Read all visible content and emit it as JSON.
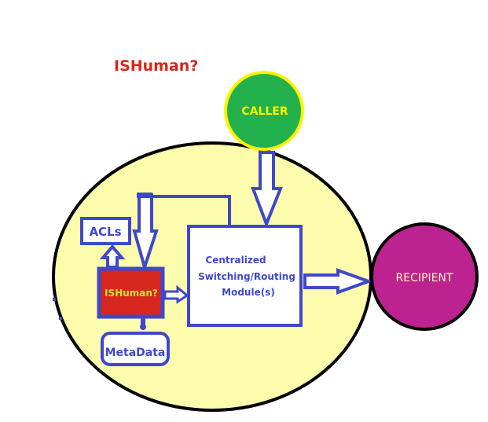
{
  "title": {
    "text": "ISHuman?",
    "color": "#d7261e"
  },
  "nodes": {
    "caller": {
      "label": "CALLER",
      "fill": "#22b14c",
      "stroke": "#fff200",
      "text_color": "#fff200"
    },
    "recipient": {
      "label": "RECIPIENT",
      "fill": "#bd2390",
      "stroke": "#000000",
      "text_color": "#fff8b4"
    },
    "system_boundary": {
      "fill": "#fcfcac",
      "stroke": "#000000"
    },
    "acls": {
      "label": "ACLs",
      "fill": "#ffffff",
      "stroke": "#3f48cc",
      "text_color": "#3f48cc"
    },
    "ishuman_module": {
      "label": "ISHuman?",
      "fill": "#d7261e",
      "stroke": "#3f48cc",
      "text_color": "#c8e62a"
    },
    "switching_module": {
      "label_lines": [
        "Centralized",
        "Switching/Routing",
        "Module(s)"
      ],
      "fill": "#ffffff",
      "stroke": "#3f48cc",
      "text_color": "#3f48cc"
    },
    "metadata": {
      "label": "MetaData",
      "fill": "#ffffff",
      "stroke": "#3f48cc",
      "text_color": "#3f48cc"
    }
  },
  "edges": [
    {
      "from": "caller",
      "to": "switching_module"
    },
    {
      "from": "switching_module",
      "to": "ishuman_module"
    },
    {
      "from": "ishuman_module",
      "to": "acls"
    },
    {
      "from": "ishuman_module",
      "to": "switching_module"
    },
    {
      "from": "ishuman_module",
      "to": "metadata"
    },
    {
      "from": "switching_module",
      "to": "recipient"
    }
  ],
  "colors": {
    "arrow_stroke": "#3f48cc",
    "arrow_fill": "#ffffff"
  }
}
